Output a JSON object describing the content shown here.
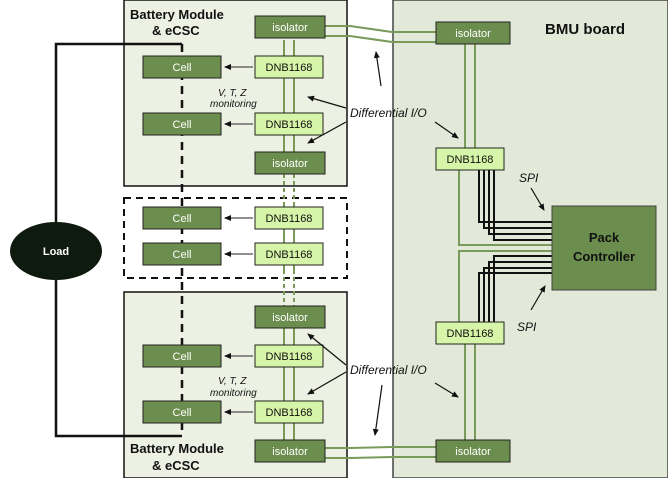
{
  "bmu_board": {
    "title": "BMU board"
  },
  "top_module": {
    "title_line1": "Battery Module",
    "title_line2": "& eCSC"
  },
  "bottom_module": {
    "title_line1": "Battery Module",
    "title_line2": "& eCSC"
  },
  "labels": {
    "isolator": "isolator",
    "dnb": "DNB1168",
    "cell": "Cell",
    "load": "Load",
    "pack_line1": "Pack",
    "pack_line2": "Controller",
    "spi": "SPI",
    "diff_io": "Differential I/O",
    "monitor_line1": "V, T, Z",
    "monitor_line2": "monitoring"
  },
  "colors": {
    "dark_green": "#6b8e4e",
    "light_green": "#d6f5a8",
    "panel_fill": "#edf1e3",
    "board_fill": "#e3e9d8",
    "load_fill": "#0f1a0f"
  }
}
